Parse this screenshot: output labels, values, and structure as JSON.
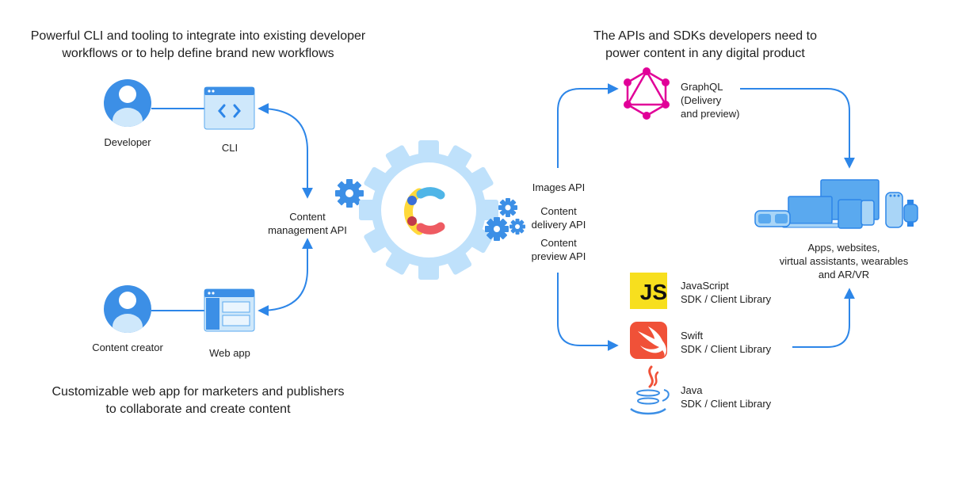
{
  "left": {
    "heading_top": [
      "Powerful CLI and tooling to integrate into existing developer",
      "workflows or to help define brand new workflows"
    ],
    "heading_bottom": [
      "Customizable web app for marketers and publishers",
      "to collaborate and create content"
    ],
    "developer_label": "Developer",
    "cli_label": "CLI",
    "content_creator_label": "Content creator",
    "webapp_label": "Web app",
    "cma_label": [
      "Content",
      "management API"
    ]
  },
  "center": {
    "images_api": "Images API",
    "delivery_api": [
      "Content",
      "delivery API"
    ],
    "preview_api": [
      "Content",
      "preview API"
    ]
  },
  "right": {
    "heading": [
      "The APIs and SDKs developers need to",
      "power content in any digital product"
    ],
    "graphql": [
      "GraphQL",
      "(Delivery",
      "and preview)"
    ],
    "javascript": [
      "JavaScript",
      "SDK / Client Library"
    ],
    "swift": [
      "Swift",
      "SDK / Client Library"
    ],
    "java": [
      "Java",
      "SDK / Client Library"
    ],
    "apps": [
      "Apps, websites,",
      "virtual assistants, wearables",
      "and AR/VR"
    ],
    "js_logo_text": "JS"
  },
  "colors": {
    "arrow": "#2d86e8",
    "light_blue": "#a9d5f7",
    "mid_blue": "#5aa9ef",
    "avatar_blue": "#3c8fe6",
    "gear_blue": "#3c8fe6",
    "big_gear": "#bfe1fb",
    "graphql_pink": "#e10098",
    "js_yellow": "#f7df1e",
    "swift_orange": "#f05138",
    "logo_yellow": "#ffd93b",
    "logo_blue": "#4fb5e7",
    "logo_red": "#ee5b62"
  }
}
